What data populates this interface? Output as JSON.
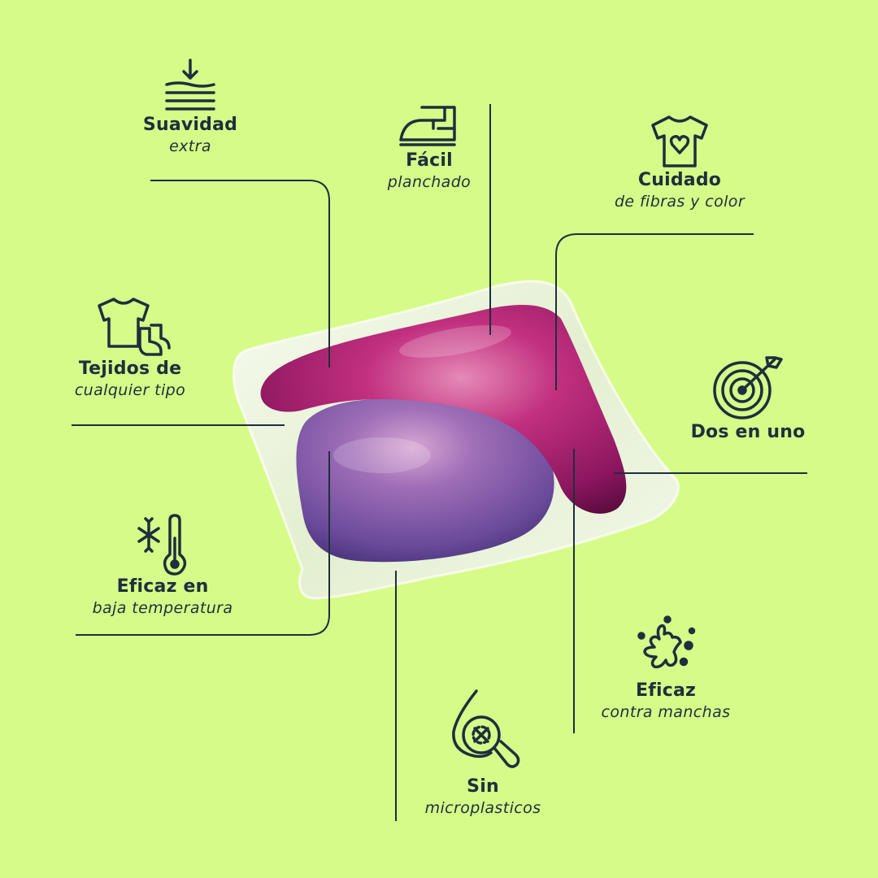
{
  "colors": {
    "background": "#d6fb88",
    "ink": "#1e2f3d",
    "capsule_magenta": "#9c1a6a",
    "capsule_purple": "#6e4b9c",
    "film": "#eef6e0"
  },
  "features": [
    {
      "icon": "layers-down-arrow-icon",
      "title": "Suavidad",
      "subtitle": "extra"
    },
    {
      "icon": "iron-icon",
      "title": "Fácil",
      "subtitle": "planchado"
    },
    {
      "icon": "tshirt-heart-icon",
      "title": "Cuidado",
      "subtitle": "de fibras y color"
    },
    {
      "icon": "clothes-socks-icon",
      "title": "Tejidos de",
      "subtitle": "cualquier tipo"
    },
    {
      "icon": "target-arrow-icon",
      "title": "Dos en uno",
      "subtitle": ""
    },
    {
      "icon": "snowflake-thermometer-icon",
      "title": "Eficaz en",
      "subtitle": "baja temperatura"
    },
    {
      "icon": "stain-splash-icon",
      "title": "Eficaz",
      "subtitle": "contra manchas"
    },
    {
      "icon": "drop-magnifier-icon",
      "title": "Sin",
      "subtitle": "microplasticos"
    }
  ]
}
